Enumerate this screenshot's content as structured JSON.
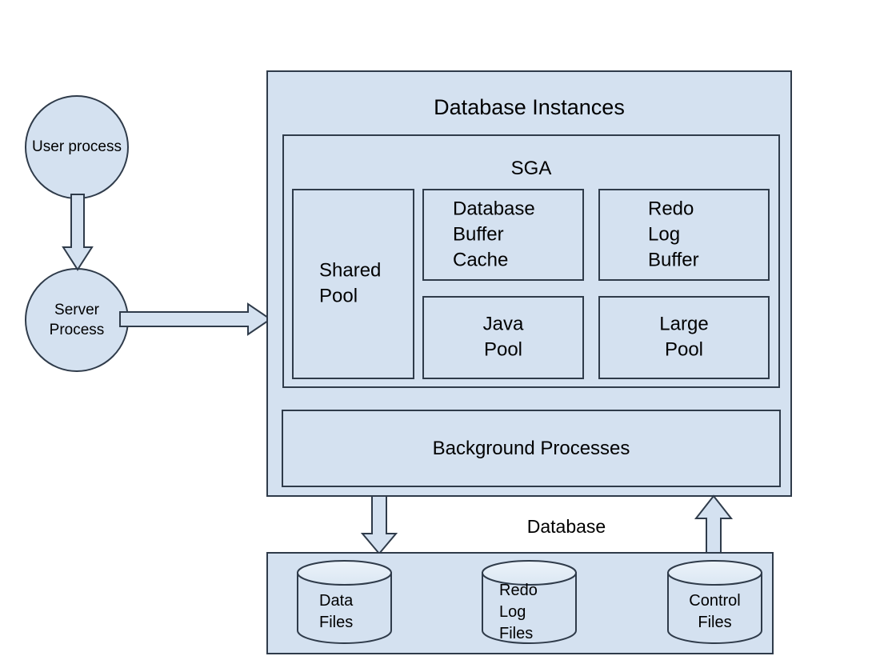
{
  "diagram": {
    "title": "Database Instances",
    "processes": {
      "user_process": "User\nprocess",
      "server_process": "Server\nProcess"
    },
    "instance": {
      "label": "Database Instances",
      "sga": {
        "label": "SGA",
        "components": [
          {
            "name": "shared-pool",
            "label": "Shared\nPool"
          },
          {
            "name": "database-buffer-cache",
            "label": "Database\nBuffer\nCache"
          },
          {
            "name": "redo-log-buffer",
            "label": "Redo\nLog\nBuffer"
          },
          {
            "name": "java-pool",
            "label": "Java\nPool"
          },
          {
            "name": "large-pool",
            "label": "Large\nPool"
          }
        ]
      },
      "background_processes": {
        "label": "Background Processes"
      }
    },
    "database": {
      "label": "Database",
      "files": [
        {
          "name": "data-files",
          "label": "Data\nFiles"
        },
        {
          "name": "redo-log-files",
          "label": "Redo\nLog\nFiles"
        },
        {
          "name": "control-files",
          "label": "Control\nFiles"
        }
      ]
    },
    "connectors": [
      {
        "name": "user-to-server-arrow",
        "direction": "down"
      },
      {
        "name": "server-to-instance-arrow",
        "direction": "right"
      },
      {
        "name": "instance-to-datafiles-arrow",
        "direction": "down"
      },
      {
        "name": "controlfiles-to-instance-arrow",
        "direction": "up"
      }
    ],
    "colors": {
      "fill": "#d4e1f0",
      "stroke": "#2f3b4a",
      "background": "#ffffff",
      "cylinder_top": "#e8f0f8",
      "text": "#000000"
    }
  }
}
